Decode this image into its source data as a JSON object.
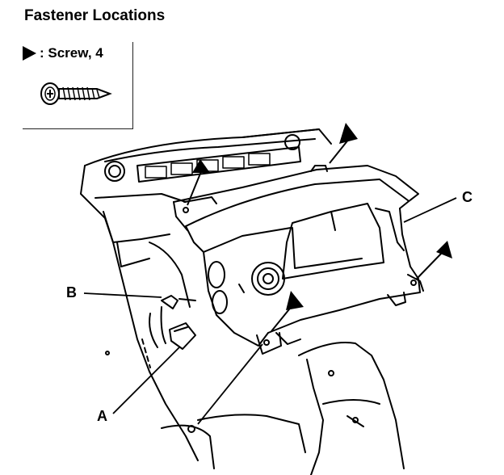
{
  "title": "Fastener Locations",
  "legend": {
    "text": ": Screw, 4",
    "icon": "screw-icon"
  },
  "callouts": {
    "a": "A",
    "b": "B",
    "c": "C"
  }
}
